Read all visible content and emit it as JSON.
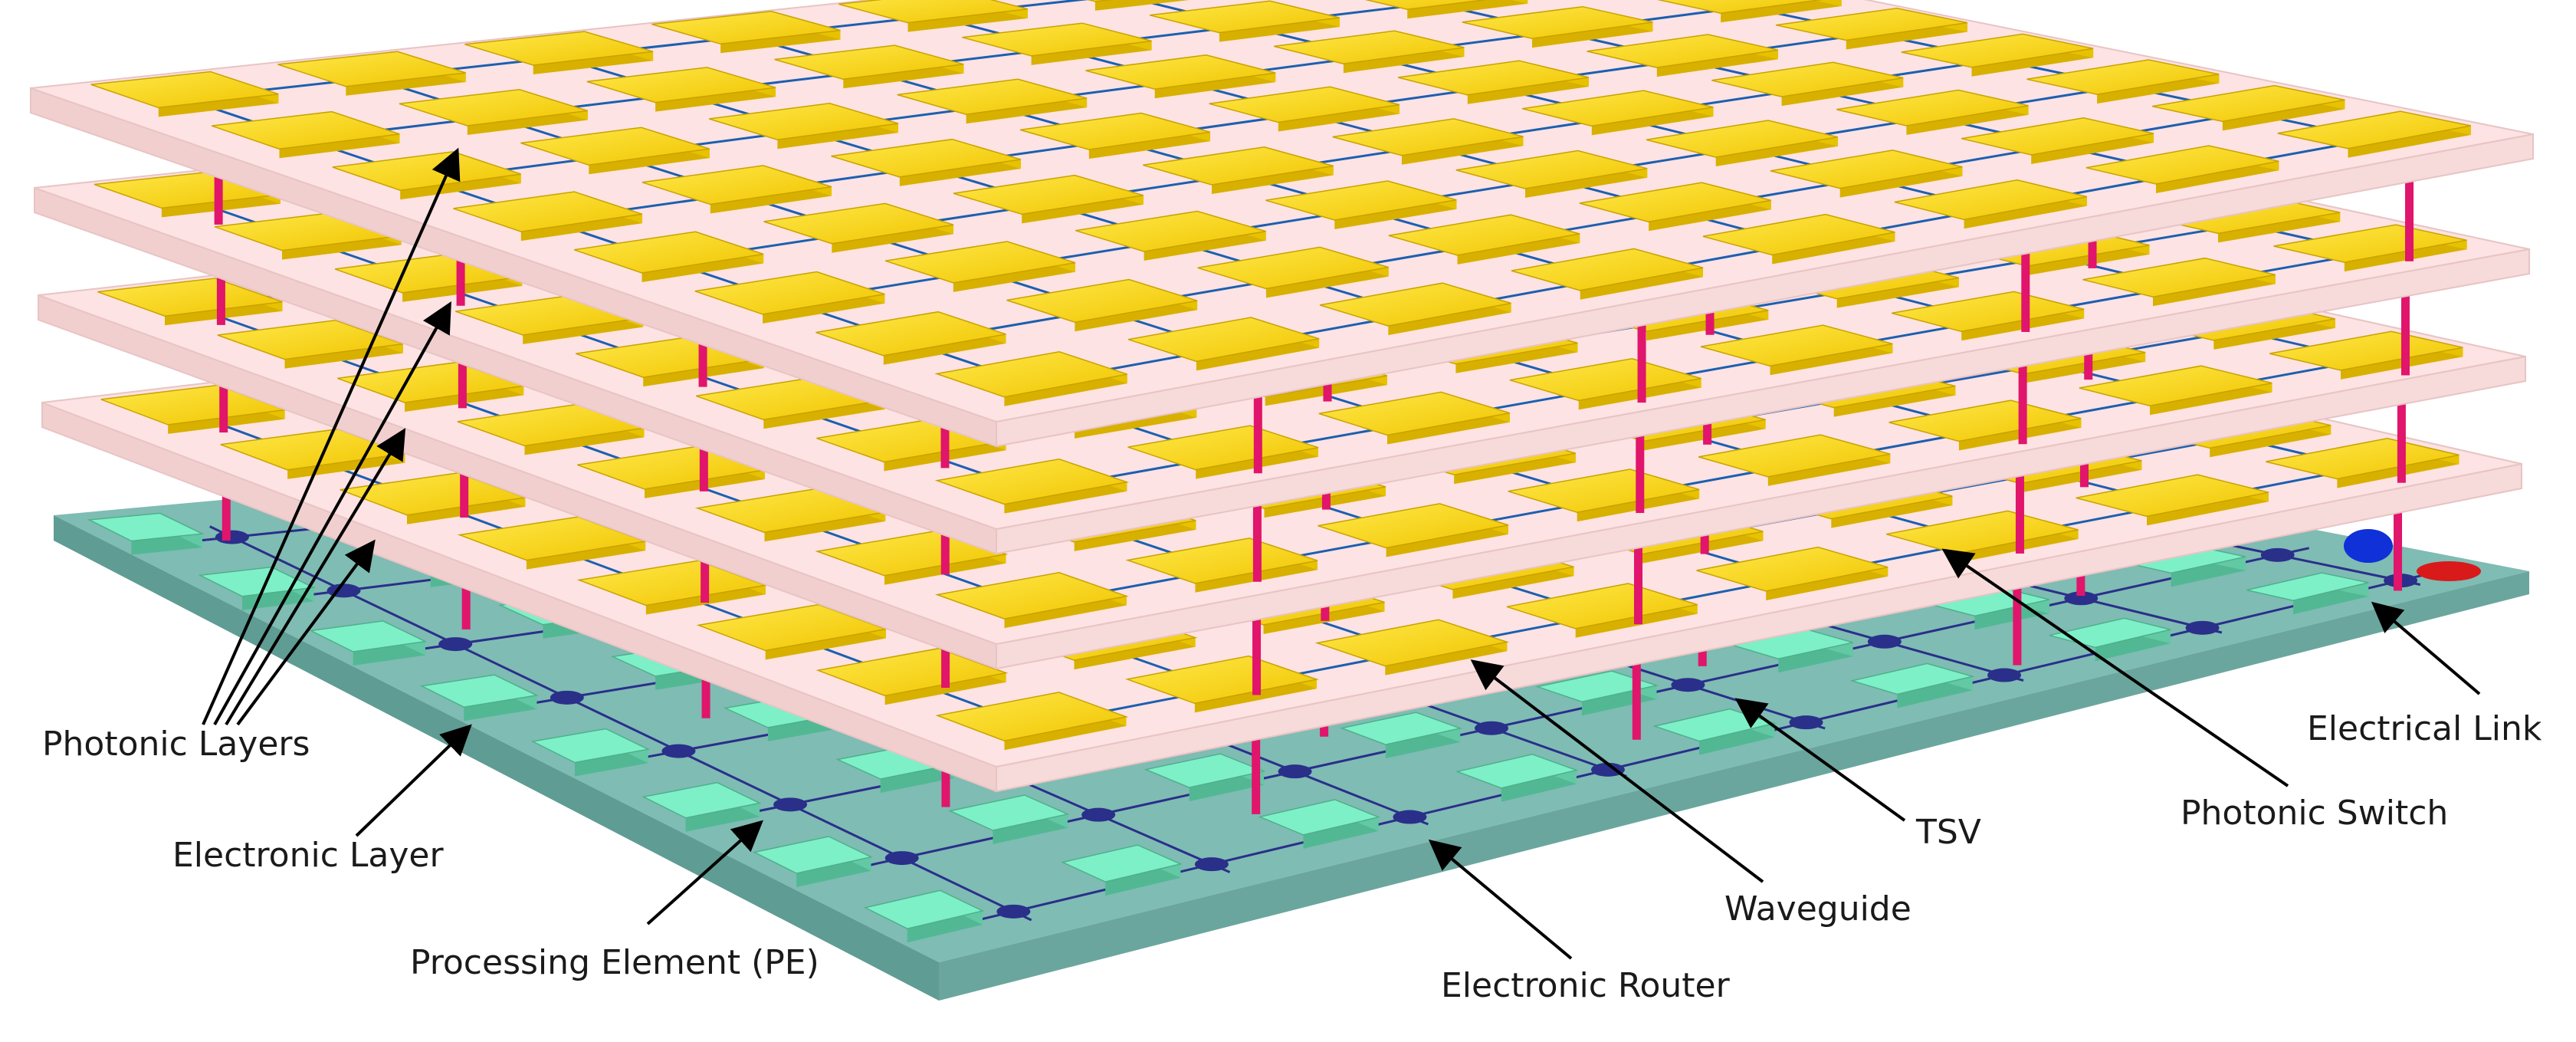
{
  "labels": {
    "photonic_layers": "Photonic Layers",
    "electronic_layer": "Electronic Layer",
    "processing_element": "Processing Element (PE)",
    "electronic_router": "Electronic Router",
    "waveguide": "Waveguide",
    "tsv": "TSV",
    "photonic_switch": "Photonic Switch",
    "electrical_link": "Electrical Link"
  },
  "colors": {
    "photonic_layer_fill": "#fde3e3",
    "photonic_layer_edge": "#e8c4c4",
    "electronic_layer_top": "#7fbcb3",
    "electronic_layer_side": "#5f9c94",
    "processing_element": "#7df0c8",
    "photonic_switch": "#f5d515",
    "tsv": "#e0156b",
    "waveguide": "#1c5fb0",
    "electrical_link": "#2a2f8a",
    "router": "#2a2f8a"
  }
}
